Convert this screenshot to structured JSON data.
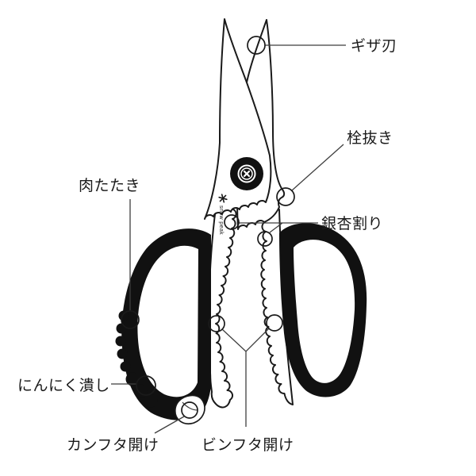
{
  "diagram": {
    "labels": {
      "serrated_blade": "ギザ刃",
      "bottle_opener": "栓抜き",
      "ginkgo_cracker": "銀杏割り",
      "meat_tenderizer": "肉たたき",
      "garlic_crusher": "にんにく潰し",
      "can_lid_opener": "カンフタ開け",
      "jar_lid_opener": "ビンフタ開け"
    },
    "logo": {
      "brand_text": "snow peak"
    },
    "colors": {
      "ink": "#1a1a1a",
      "leader_line": "#3f3f3f",
      "background": "#ffffff"
    }
  }
}
